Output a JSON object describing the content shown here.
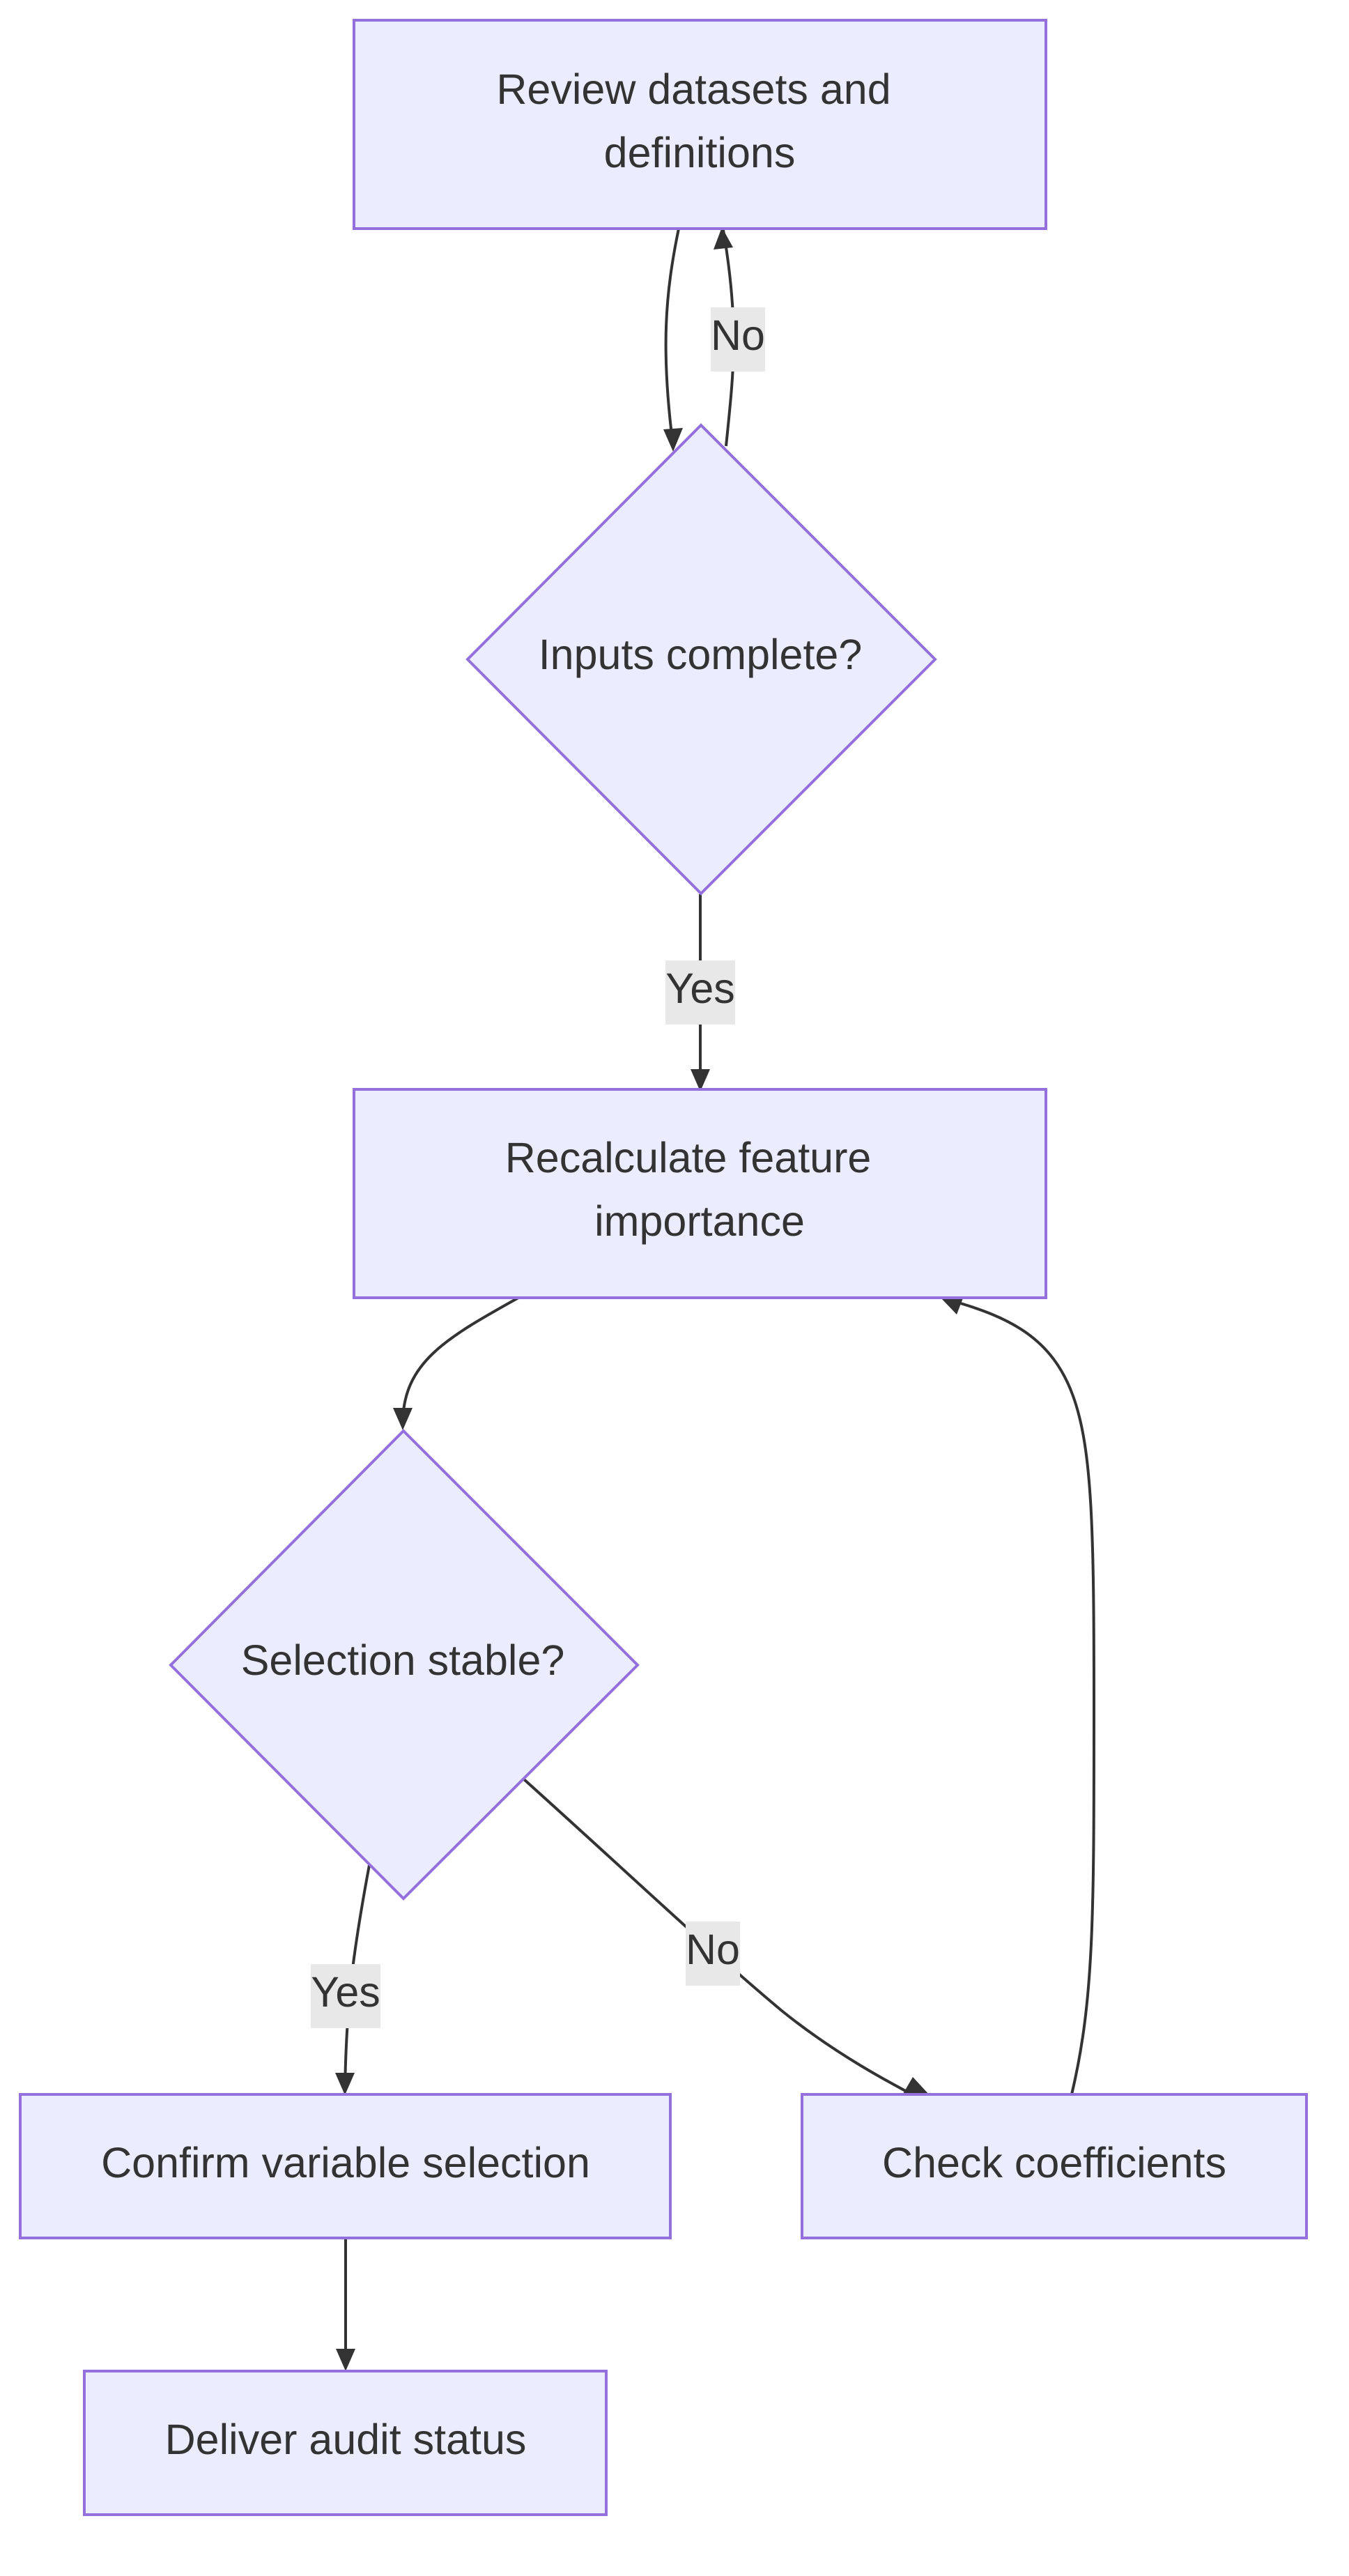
{
  "colors": {
    "node_fill": "#ECECFF",
    "node_stroke": "#9370DB",
    "edge": "#333333",
    "text": "#333333",
    "label_background": "#e8e8e8"
  },
  "nodes": [
    {
      "id": "review",
      "shape": "rect",
      "lines": [
        "Review datasets and",
        "definitions"
      ]
    },
    {
      "id": "inputs",
      "shape": "diamond",
      "lines": [
        "Inputs complete?"
      ]
    },
    {
      "id": "recalc",
      "shape": "rect",
      "lines": [
        "Recalculate feature",
        "importance"
      ]
    },
    {
      "id": "stable",
      "shape": "diamond",
      "lines": [
        "Selection stable?"
      ]
    },
    {
      "id": "confirm",
      "shape": "rect",
      "lines": [
        "Confirm variable selection"
      ]
    },
    {
      "id": "check",
      "shape": "rect",
      "lines": [
        "Check coefficients"
      ]
    },
    {
      "id": "deliver",
      "shape": "rect",
      "lines": [
        "Deliver audit status"
      ]
    }
  ],
  "edges": [
    {
      "id": "review-to-inputs",
      "from": "review",
      "to": "inputs",
      "label": ""
    },
    {
      "id": "inputs-to-review",
      "from": "inputs",
      "to": "review",
      "label": "No"
    },
    {
      "id": "inputs-to-recalc",
      "from": "inputs",
      "to": "recalc",
      "label": "Yes"
    },
    {
      "id": "recalc-to-stable",
      "from": "recalc",
      "to": "stable",
      "label": ""
    },
    {
      "id": "stable-to-confirm",
      "from": "stable",
      "to": "confirm",
      "label": "Yes"
    },
    {
      "id": "stable-to-check",
      "from": "stable",
      "to": "check",
      "label": "No"
    },
    {
      "id": "check-to-recalc",
      "from": "check",
      "to": "recalc",
      "label": ""
    },
    {
      "id": "confirm-to-deliver",
      "from": "confirm",
      "to": "deliver",
      "label": ""
    }
  ]
}
